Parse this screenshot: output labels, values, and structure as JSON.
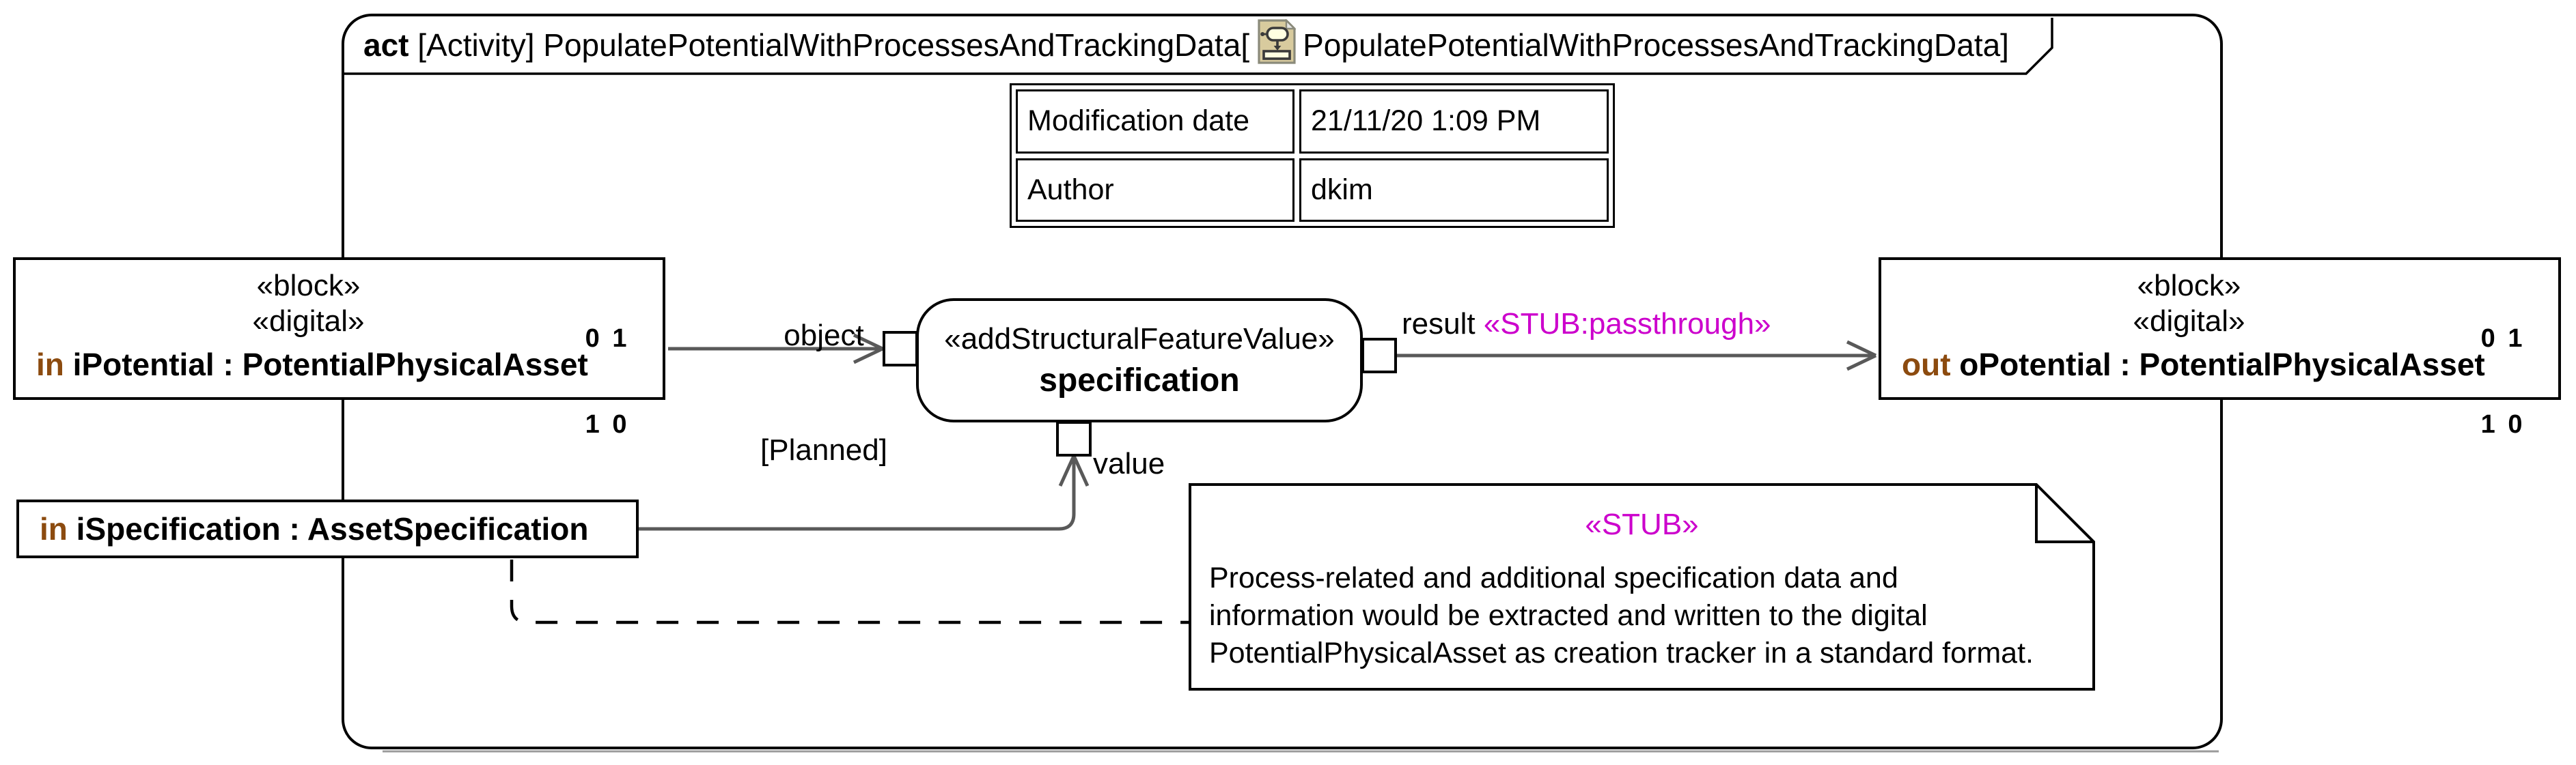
{
  "frame": {
    "title": {
      "keyword": "act",
      "prefix": " [Activity] PopulatePotentialWithProcessesAndTrackingData[",
      "suffix": "PopulatePotentialWithProcessesAndTrackingData]"
    }
  },
  "metadata_table": {
    "rows": [
      {
        "label": "Modification date",
        "value": "21/11/20 1:09 PM"
      },
      {
        "label": "Author",
        "value": "dkim"
      }
    ]
  },
  "nodes": {
    "iPotential": {
      "stereotypes": [
        "«block»",
        "«digital»"
      ],
      "binary_line1": "0 1",
      "binary_line2": "1 0",
      "direction": "in ",
      "label": "iPotential : PotentialPhysicalAsset"
    },
    "oPotential": {
      "stereotypes": [
        "«block»",
        "«digital»"
      ],
      "binary_line1": "0 1",
      "binary_line2": "1 0",
      "direction": "out ",
      "label": "oPotential : PotentialPhysicalAsset"
    },
    "iSpecification": {
      "direction": "in ",
      "label": "iSpecification : AssetSpecification"
    },
    "specification": {
      "stereotype": "«addStructuralFeatureValue»",
      "name": "specification"
    }
  },
  "edges": {
    "object_flow": {
      "label_line1": "object",
      "label_line2": "[Planned]"
    },
    "result_flow": {
      "label": "result ",
      "stereotype": "«STUB:passthrough»"
    },
    "value_flow": {
      "label": "value"
    }
  },
  "note": {
    "stereotype": "«STUB»",
    "lines": [
      "Process-related and additional specification data and",
      "information would be extracted and written to the digital",
      "PotentialPhysicalAsset as creation tracker in a standard format."
    ]
  },
  "colors": {
    "flow_line": "#595959",
    "direction_keyword": "#8C4B0F",
    "stereotype_accent": "#CC00CC",
    "border": "#000000"
  }
}
